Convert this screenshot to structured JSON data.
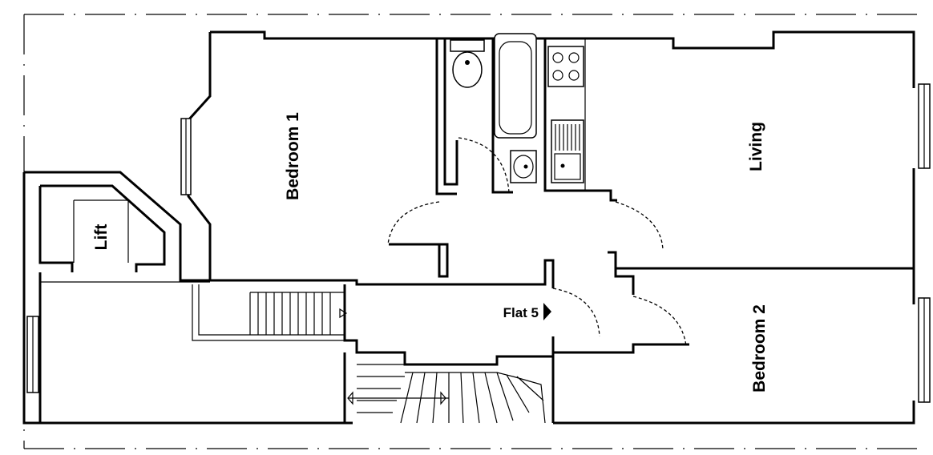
{
  "rooms": {
    "bedroom1": "Bedroom 1",
    "living": "Living",
    "bedroom2": "Bedroom 2",
    "lift": "Lift",
    "flat": "Flat 5"
  }
}
